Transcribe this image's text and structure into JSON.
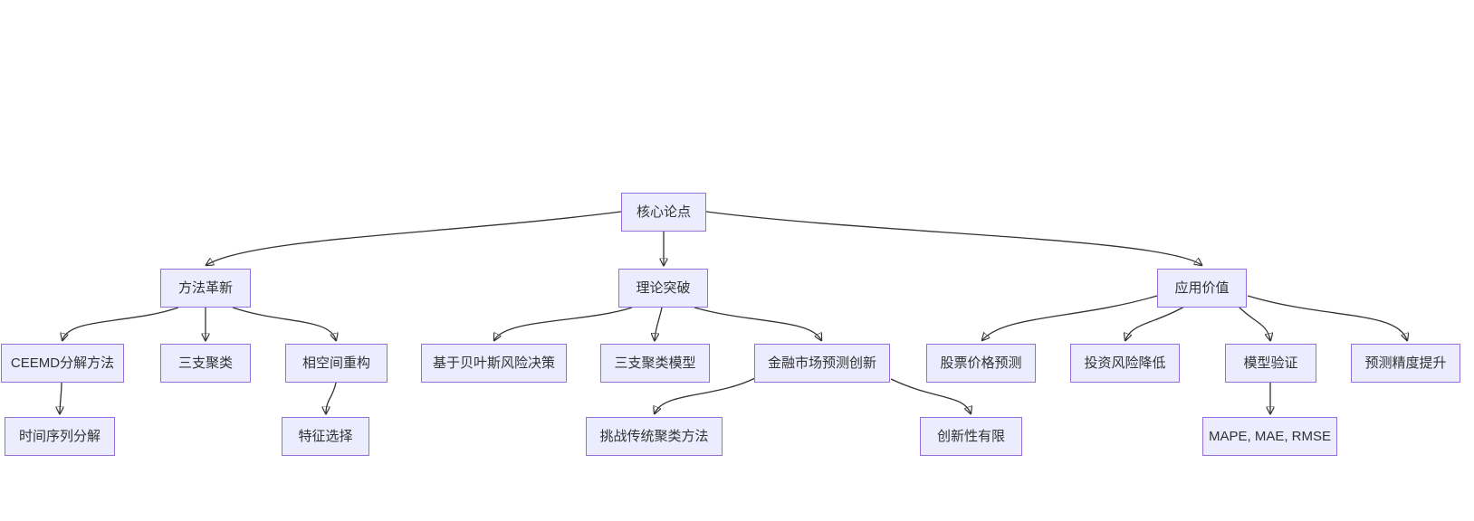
{
  "diagram": {
    "type": "flowchart-top-down",
    "colors": {
      "node_fill": "#ECECFF",
      "node_border": "#9370DB",
      "edge_stroke": "#333333",
      "text": "#333333",
      "background": "#FFFFFF"
    },
    "nodes": [
      {
        "id": "core-argument",
        "level": 0,
        "label": "核心论点"
      },
      {
        "id": "method-innovation",
        "level": 1,
        "label": "方法革新"
      },
      {
        "id": "theory-breakthrough",
        "level": 1,
        "label": "理论突破"
      },
      {
        "id": "application-value",
        "level": 1,
        "label": "应用价值"
      },
      {
        "id": "ceemd-decomposition",
        "level": 2,
        "label": "CEEMD分解方法"
      },
      {
        "id": "three-way-clustering",
        "level": 2,
        "label": "三支聚类"
      },
      {
        "id": "phase-space-reconstruction",
        "level": 2,
        "label": "相空间重构"
      },
      {
        "id": "bayesian-risk-decision",
        "level": 2,
        "label": "基于贝叶斯风险决策"
      },
      {
        "id": "three-way-clustering-model",
        "level": 2,
        "label": "三支聚类模型"
      },
      {
        "id": "financial-market-prediction-innovation",
        "level": 2,
        "label": "金融市场预测创新"
      },
      {
        "id": "stock-price-prediction",
        "level": 2,
        "label": "股票价格预测"
      },
      {
        "id": "investment-risk-reduction",
        "level": 2,
        "label": "投资风险降低"
      },
      {
        "id": "model-validation",
        "level": 2,
        "label": "模型验证"
      },
      {
        "id": "prediction-precision-improvement",
        "level": 2,
        "label": "预测精度提升"
      },
      {
        "id": "time-series-decomposition",
        "level": 3,
        "label": "时间序列分解"
      },
      {
        "id": "feature-selection",
        "level": 3,
        "label": "特征选择"
      },
      {
        "id": "challenge-traditional-clustering",
        "level": 3,
        "label": "挑战传统聚类方法"
      },
      {
        "id": "limited-innovation",
        "level": 3,
        "label": "创新性有限"
      },
      {
        "id": "evaluation-metrics",
        "level": 3,
        "label": "MAPE, MAE, RMSE"
      }
    ],
    "edges": [
      {
        "from": "core-argument",
        "to": "method-innovation"
      },
      {
        "from": "core-argument",
        "to": "theory-breakthrough"
      },
      {
        "from": "core-argument",
        "to": "application-value"
      },
      {
        "from": "method-innovation",
        "to": "ceemd-decomposition"
      },
      {
        "from": "method-innovation",
        "to": "three-way-clustering"
      },
      {
        "from": "method-innovation",
        "to": "phase-space-reconstruction"
      },
      {
        "from": "theory-breakthrough",
        "to": "bayesian-risk-decision"
      },
      {
        "from": "theory-breakthrough",
        "to": "three-way-clustering-model"
      },
      {
        "from": "theory-breakthrough",
        "to": "financial-market-prediction-innovation"
      },
      {
        "from": "application-value",
        "to": "stock-price-prediction"
      },
      {
        "from": "application-value",
        "to": "investment-risk-reduction"
      },
      {
        "from": "application-value",
        "to": "model-validation"
      },
      {
        "from": "application-value",
        "to": "prediction-precision-improvement"
      },
      {
        "from": "ceemd-decomposition",
        "to": "time-series-decomposition"
      },
      {
        "from": "phase-space-reconstruction",
        "to": "feature-selection"
      },
      {
        "from": "financial-market-prediction-innovation",
        "to": "challenge-traditional-clustering"
      },
      {
        "from": "financial-market-prediction-innovation",
        "to": "limited-innovation"
      },
      {
        "from": "model-validation",
        "to": "evaluation-metrics"
      }
    ]
  }
}
